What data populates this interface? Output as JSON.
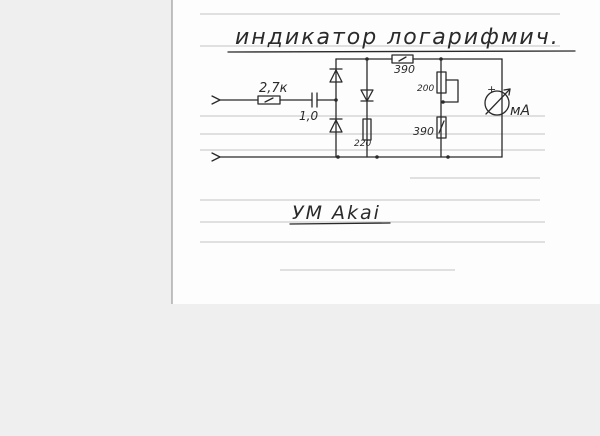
{
  "title": "индикатор логарифмич.",
  "subtitle": "УМ Akai",
  "components": {
    "input_resistor": "2,7к",
    "capacitor": "1,0",
    "series_resistor": "390",
    "trimmer": "200",
    "lower_resistor": "390",
    "diode_resistor": "220",
    "meter_unit": "мА",
    "meter_polarity": "+"
  },
  "colors": {
    "ink": "#2a2a2a",
    "paper": "#ffffff",
    "background": "#efefef"
  }
}
